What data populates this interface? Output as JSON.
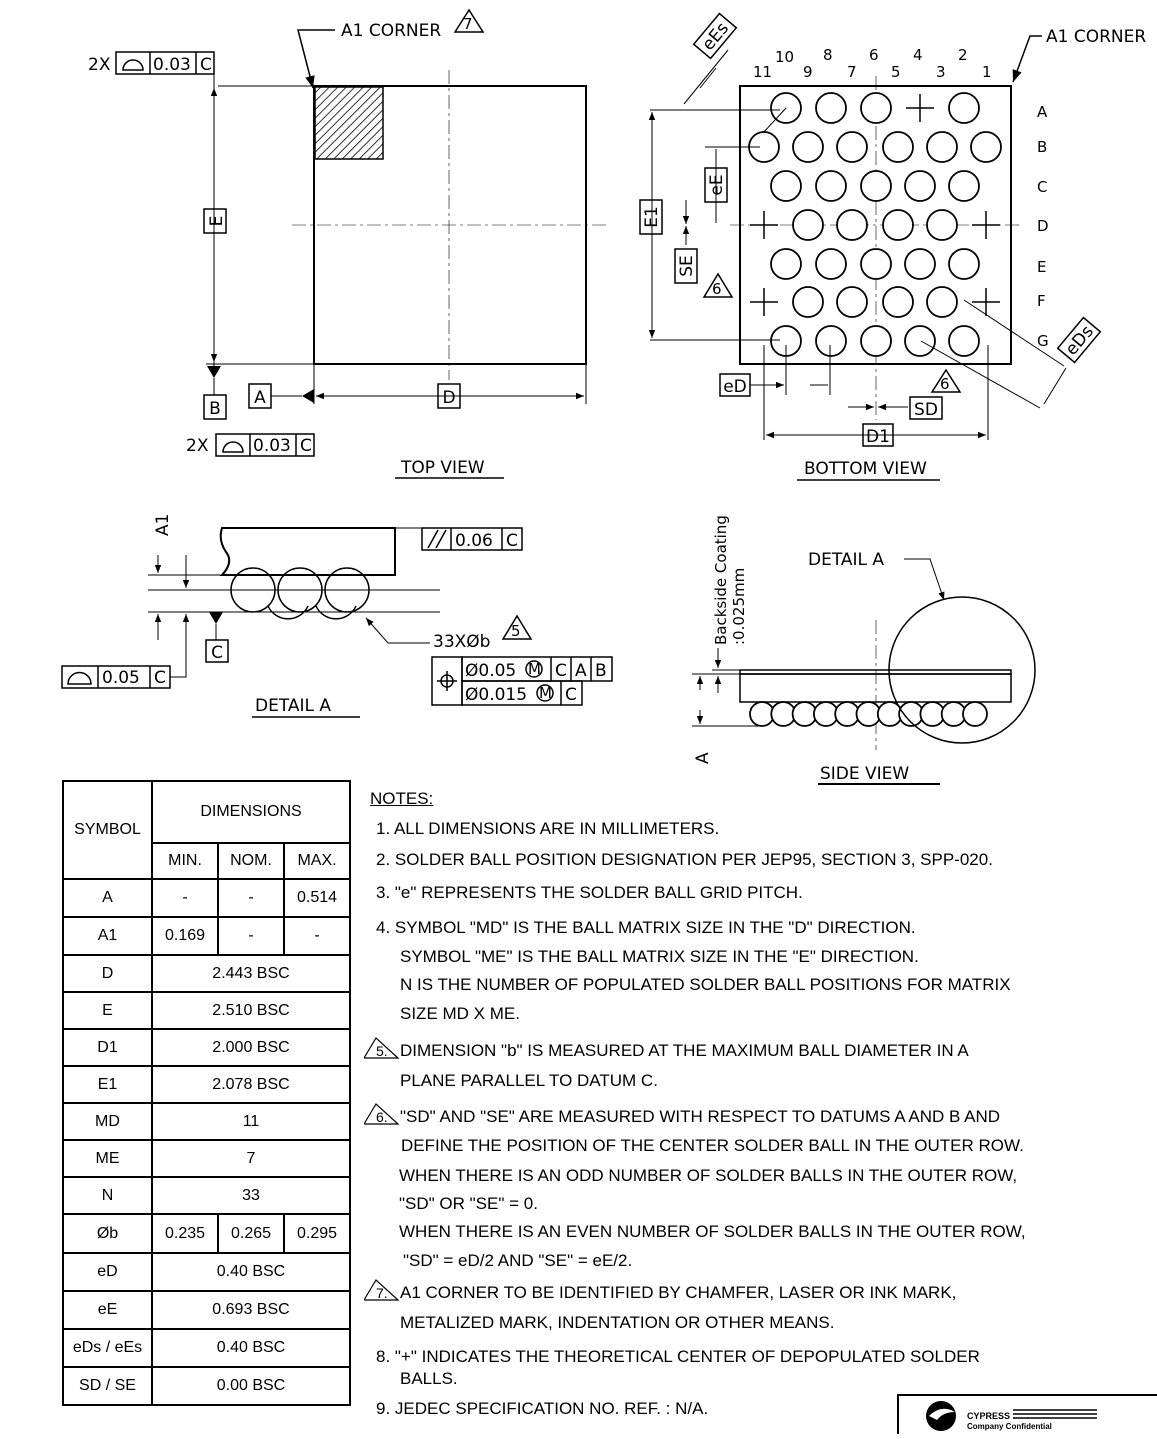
{
  "top_view": {
    "title": "TOP VIEW",
    "a1_corner_label": "A1  CORNER",
    "a1_corner_note": "7",
    "flatness_top": {
      "multiplier": "2X",
      "value": "0.03",
      "datum": "C"
    },
    "flatness_bottom": {
      "multiplier": "2X",
      "value": "0.03",
      "datum": "C"
    },
    "dim_E": "E",
    "dim_D": "D",
    "datum_A": "A",
    "datum_B": "B"
  },
  "bottom_view": {
    "title": "BOTTOM  VIEW",
    "a1_corner_label": "A1  CORNER",
    "column_numbers_top": [
      "10",
      "8",
      "6",
      "4",
      "2"
    ],
    "column_numbers_bottom": [
      "11",
      "9",
      "7",
      "5",
      "3",
      "1"
    ],
    "row_letters": [
      "A",
      "B",
      "C",
      "D",
      "E",
      "F",
      "G"
    ],
    "dim_eEs": "eEs",
    "dim_eDs": "eDs",
    "dim_E1": "E1",
    "dim_eE": "eE",
    "dim_SE": "SE",
    "dim_eD": "eD",
    "dim_SD": "SD",
    "dim_D1": "D1",
    "note_ref_se": "6",
    "note_ref_sd": "6"
  },
  "detail_a": {
    "title": "DETAIL  A",
    "dim_A1": "A1",
    "parallelism": {
      "value": "0.06",
      "datum": "C"
    },
    "ball_callout": "33XØb",
    "ball_note": "5",
    "position_tol_1": {
      "value": "Ø0.05",
      "modifier": "M",
      "datums": [
        "C",
        "A",
        "B"
      ]
    },
    "position_tol_2": {
      "value": "Ø0.015",
      "modifier": "M",
      "datums": [
        "C"
      ]
    },
    "flatness": {
      "value": "0.05",
      "datum": "C"
    },
    "datum_C": "C"
  },
  "side_view": {
    "title": "SIDE  VIEW",
    "detail_label": "DETAIL  A",
    "coating_label": "Backside  Coating",
    "coating_value": ":0.025mm",
    "dim_A": "A"
  },
  "table": {
    "header_symbol": "SYMBOL",
    "header_dimensions": "DIMENSIONS",
    "header_min": "MIN.",
    "header_nom": "NOM.",
    "header_max": "MAX.",
    "rows": [
      {
        "symbol": "A",
        "min": "-",
        "nom": "-",
        "max": "0.514"
      },
      {
        "symbol": "A1",
        "min": "0.169",
        "nom": "-",
        "max": "-"
      },
      {
        "symbol": "D",
        "span": "2.443 BSC"
      },
      {
        "symbol": "E",
        "span": "2.510 BSC"
      },
      {
        "symbol": "D1",
        "span": "2.000 BSC"
      },
      {
        "symbol": "E1",
        "span": "2.078 BSC"
      },
      {
        "symbol": "MD",
        "span": "11"
      },
      {
        "symbol": "ME",
        "span": "7"
      },
      {
        "symbol": "N",
        "span": "33"
      },
      {
        "symbol": "Øb",
        "min": "0.235",
        "nom": "0.265",
        "max": "0.295"
      },
      {
        "symbol": "eD",
        "span": "0.40 BSC"
      },
      {
        "symbol": "eE",
        "span": "0.693 BSC"
      },
      {
        "symbol": "eDs / eEs",
        "span": "0.40 BSC"
      },
      {
        "symbol": "SD / SE",
        "span": "0.00 BSC"
      }
    ]
  },
  "notes": {
    "title": "NOTES:",
    "lines": [
      "1.  ALL DIMENSIONS ARE IN MILLIMETERS.",
      "2.  SOLDER BALL POSITION DESIGNATION PER JEP95, SECTION 3, SPP-020.",
      "3.  \"e\" REPRESENTS THE SOLDER BALL GRID PITCH.",
      "4.  SYMBOL \"MD\" IS THE BALL MATRIX SIZE IN THE \"D\" DIRECTION.",
      "SYMBOL \"ME\" IS THE BALL MATRIX SIZE IN THE \"E\" DIRECTION.",
      "N IS THE NUMBER OF POPULATED SOLDER BALL POSITIONS FOR MATRIX",
      "SIZE MD X ME.",
      "DIMENSION \"b\" IS MEASURED AT THE MAXIMUM BALL DIAMETER IN A",
      "PLANE PARALLEL TO DATUM C.",
      "\"SD\" AND \"SE\" ARE MEASURED WITH RESPECT TO DATUMS A AND B AND",
      "DEFINE THE POSITION OF THE CENTER SOLDER BALL IN THE OUTER ROW.",
      "WHEN THERE IS AN ODD NUMBER OF SOLDER BALLS IN THE OUTER ROW,",
      "\"SD\" OR \"SE\" = 0.",
      "WHEN THERE IS AN EVEN NUMBER OF SOLDER BALLS IN THE OUTER ROW,",
      "\"SD\" = eD/2 AND \"SE\" = eE/2.",
      "A1 CORNER TO BE IDENTIFIED BY CHAMFER, LASER OR INK MARK,",
      "METALIZED MARK, INDENTATION OR OTHER MEANS.",
      "8.  \"+\" INDICATES THE THEORETICAL CENTER OF DEPOPULATED SOLDER",
      "BALLS.",
      "9.  JEDEC SPECIFICATION NO. REF. : N/A."
    ],
    "flag_numbers": [
      "5.",
      "6.",
      "7."
    ]
  },
  "logo": {
    "brand": "CYPRESS",
    "subtitle": "Company  Confidential"
  }
}
